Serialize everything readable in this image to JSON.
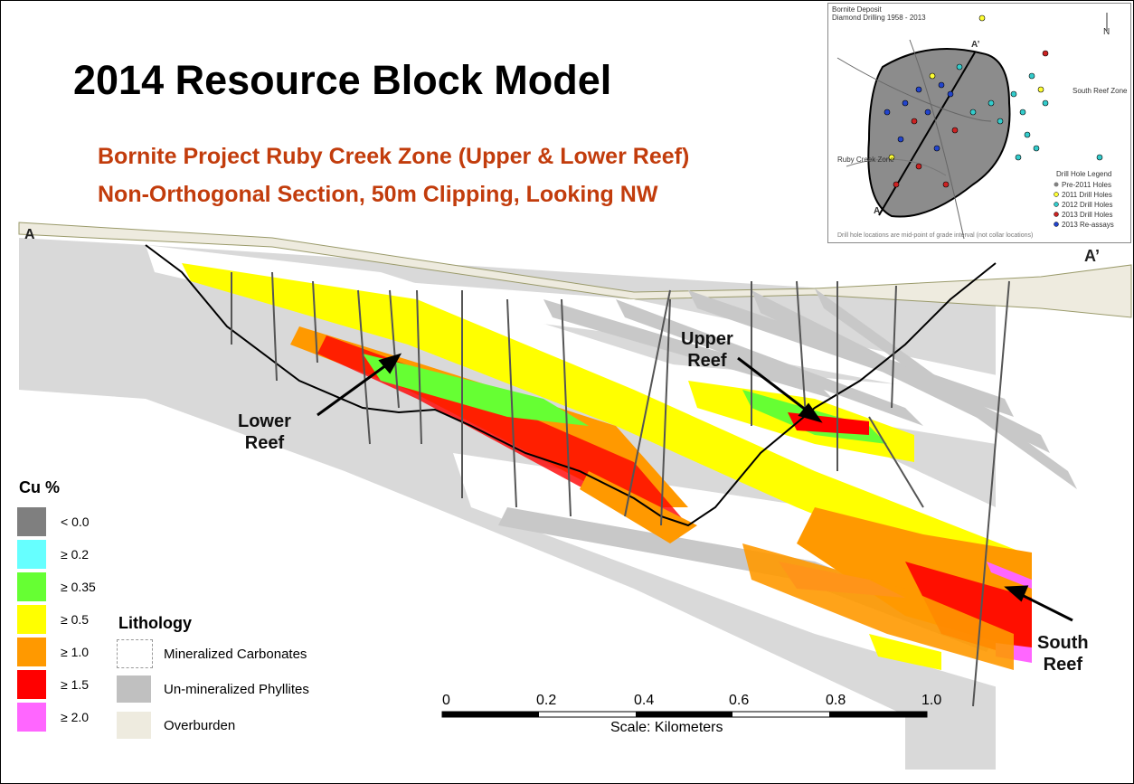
{
  "slide": {
    "title": "2014 Resource Block Model",
    "subtitle_1": "Bornite Project Ruby Creek Zone (Upper & Lower Reef)",
    "subtitle_2": "Non-Orthogonal Section, 50m Clipping, Looking NW"
  },
  "section": {
    "label_start": "A",
    "label_end": "A’",
    "callouts": {
      "lower_reef": "Lower\nReef",
      "upper_reef": "Upper\nReef",
      "south_reef": "South\nReef"
    }
  },
  "legend": {
    "title": "Cu %",
    "items": [
      {
        "label": "< 0.0",
        "color": "#7f7f7f"
      },
      {
        "label": "≥ 0.2",
        "color": "#66ffff"
      },
      {
        "label": "≥ 0.35",
        "color": "#66ff33"
      },
      {
        "label": "≥ 0.5",
        "color": "#ffff00"
      },
      {
        "label": "≥ 1.0",
        "color": "#ff9900"
      },
      {
        "label": "≥ 1.5",
        "color": "#ff0000"
      },
      {
        "label": "≥ 2.0",
        "color": "#ff66ff"
      }
    ]
  },
  "lithology": {
    "title": "Lithology",
    "items": [
      {
        "label": "Mineralized Carbonates",
        "color": "#ffffff"
      },
      {
        "label": "Un-mineralized Phyllites",
        "color": "#c0c0c0"
      },
      {
        "label": "Overburden",
        "color": "#eeebdf"
      }
    ]
  },
  "scale": {
    "ticks": [
      "0",
      "0.2",
      "0.4",
      "0.6",
      "0.8",
      "1.0"
    ],
    "caption": "Scale: Kilometers"
  },
  "inset": {
    "title_1": "Bornite Deposit",
    "title_2": "Diamond Drilling 1958 - 2013",
    "north": "N",
    "label_a": "A",
    "label_a_prime": "A’",
    "south_reef_zone": "South Reef Zone",
    "ruby_creek_zone": "Ruby Creek Zone",
    "legend_title": "Drill Hole Legend",
    "legend_items": [
      {
        "label": "Pre-2011 Holes",
        "color": "#808080"
      },
      {
        "label": "2011 Drill Holes",
        "color": "#ffff33"
      },
      {
        "label": "2012 Drill Holes",
        "color": "#33cccc"
      },
      {
        "label": "2013 Drill Holes",
        "color": "#cc2222"
      },
      {
        "label": "2013 Re-assays",
        "color": "#2244cc"
      }
    ],
    "footnote": "Drill hole locations are mid-point of grade interval (not collar locations)"
  },
  "colors": {
    "subtitle": "#c23c0c",
    "phyllite": "#c8c8c8",
    "overburden": "#eeebdf"
  }
}
